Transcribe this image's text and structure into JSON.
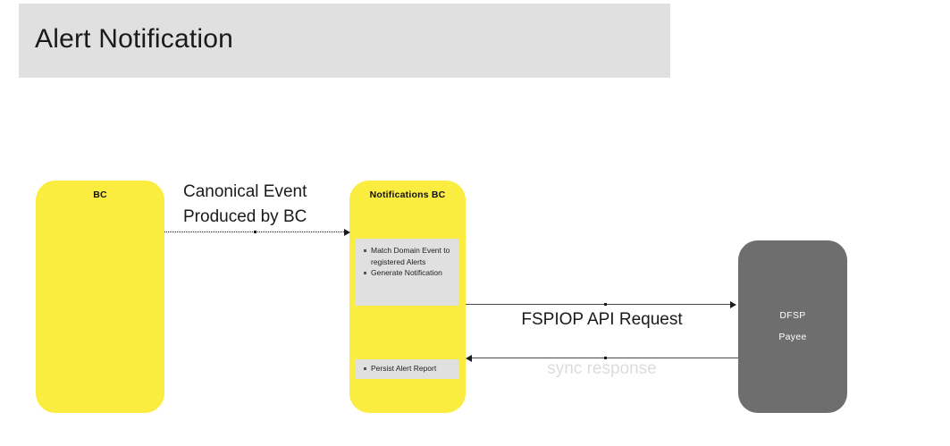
{
  "diagram": {
    "title": "Alert Notification",
    "colors": {
      "banner_background": "#e0e0e0",
      "node_yellow": "#fbed40",
      "node_gray": "#6e6e6e",
      "activity_background": "#e0e0e0",
      "sync_label": "#dcdcdc"
    },
    "nodes": {
      "bc": {
        "title": "BC"
      },
      "notifications_bc": {
        "title": "Notifications BC",
        "activities": [
          {
            "name": "match-and-generate",
            "items": [
              "Match Domain Event to registered Alerts",
              "Generate Notification"
            ]
          },
          {
            "name": "persist-alert-report",
            "items": [
              "Persist Alert Report"
            ]
          }
        ]
      },
      "dfsp": {
        "line1": "DFSP",
        "line2": "Payee"
      }
    },
    "connectors": [
      {
        "name": "canonical-event",
        "label": "Canonical Event Produced by BC",
        "label_line1": "Canonical Event",
        "label_line2": "Produced by BC",
        "style": "dotted",
        "direction": "right",
        "from": "bc",
        "to": "notifications_bc"
      },
      {
        "name": "fspiop-api-request",
        "label": "FSPIOP API Request",
        "style": "solid",
        "direction": "right",
        "from": "notifications_bc",
        "to": "dfsp"
      },
      {
        "name": "sync-response",
        "label": "sync response",
        "style": "solid",
        "direction": "left",
        "from": "dfsp",
        "to": "notifications_bc"
      }
    ]
  }
}
